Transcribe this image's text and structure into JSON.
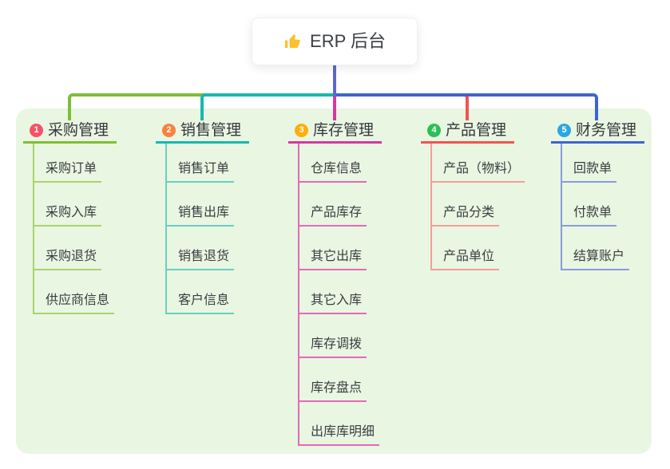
{
  "root": {
    "title": "ERP 后台",
    "icon": "thumbs-up-icon"
  },
  "theme": {
    "canvas_bg": "#ffffff",
    "panel_bg": "#e9f6e2",
    "root_card_bg": "#ffffff",
    "root_line_color": "#5b68ce",
    "title_text_color": "#35383c",
    "child_text_color": "#3a3d41",
    "thumb_color": "#fbc02d"
  },
  "branches": [
    {
      "num": "1",
      "label": "采购管理",
      "badge_color": "#f75168",
      "line_color": "#7ebe35",
      "child_line_color": "#a9d36f",
      "children": [
        "采购订单",
        "采购入库",
        "采购退货",
        "供应商信息"
      ]
    },
    {
      "num": "2",
      "label": "销售管理",
      "badge_color": "#f9823c",
      "line_color": "#16b9ad",
      "child_line_color": "#6bcfc3",
      "children": [
        "销售订单",
        "销售出库",
        "销售退货",
        "客户信息"
      ]
    },
    {
      "num": "3",
      "label": "库存管理",
      "badge_color": "#ffae0a",
      "line_color": "#d8379f",
      "child_line_color": "#e668b8",
      "children": [
        "仓库信息",
        "产品库存",
        "其它出库",
        "其它入库",
        "库存调拨",
        "库存盘点",
        "出库库明细"
      ]
    },
    {
      "num": "4",
      "label": "产品管理",
      "badge_color": "#2cbf55",
      "line_color": "#f25450",
      "child_line_color": "#f59d97",
      "children": [
        "产品（物料）",
        "产品分类",
        "产品单位"
      ]
    },
    {
      "num": "5",
      "label": "财务管理",
      "badge_color": "#2ba6e0",
      "line_color": "#3f63d2",
      "child_line_color": "#8a9bdc",
      "children": [
        "回款单",
        "付款单",
        "结算账户"
      ]
    }
  ]
}
